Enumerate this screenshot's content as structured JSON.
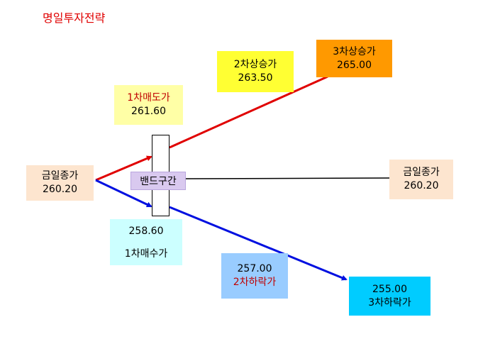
{
  "title": "명일투자전략",
  "colors": {
    "title": "#e00000",
    "up_line": "#e00000",
    "down_line": "#0010e0",
    "flat_line": "#000000",
    "today_box": "#fde5cf",
    "sell1_box": "#ffffa6",
    "rise2_box": "#ffff33",
    "rise3_box": "#ff9900",
    "buy1_box": "#ccffff",
    "fall2_box": "#99ccff",
    "fall3_box": "#00ccff",
    "band_box": "#d9c9ef"
  },
  "nodes": {
    "today_close_left": {
      "label": "금일종가",
      "value": "260.20"
    },
    "sell1": {
      "label": "1차매도가",
      "value": "261.60"
    },
    "rise2": {
      "label": "2차상승가",
      "value": "263.50"
    },
    "rise3": {
      "label": "3차상승가",
      "value": "265.00"
    },
    "band": {
      "label": "밴드구간"
    },
    "today_close_right": {
      "label": "금일종가",
      "value": "260.20"
    },
    "buy1": {
      "value": "258.60",
      "label": "1차매수가"
    },
    "fall2": {
      "value": "257.00",
      "label": "2차하락가"
    },
    "fall3": {
      "value": "255.00",
      "label": "3차하락가"
    }
  }
}
